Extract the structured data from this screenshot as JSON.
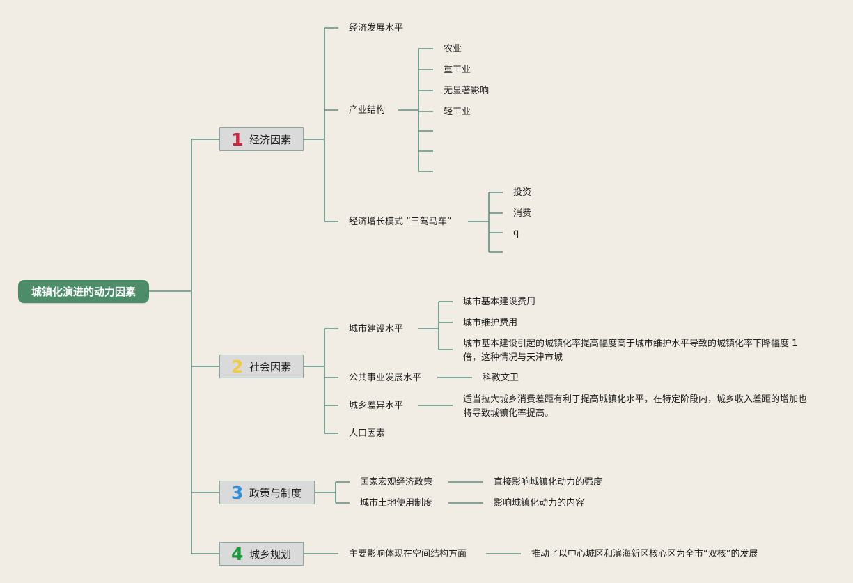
{
  "root": {
    "label": "城镇化演进的动力因素"
  },
  "branches": [
    {
      "number": "1",
      "number_color": "#d0233e",
      "label": "经济因素"
    },
    {
      "number": "2",
      "number_color": "#f2cc3f",
      "label": "社会因素"
    },
    {
      "number": "3",
      "number_color": "#2f8fd8",
      "label": "政策与制度"
    },
    {
      "number": "4",
      "number_color": "#1a9a3a",
      "label": "城乡规划"
    }
  ],
  "economic": {
    "level": "经济发展水平",
    "structure": {
      "label": "产业结构",
      "items": [
        "农业",
        "重工业",
        "无显著影响",
        "轻工业",
        "",
        "",
        ""
      ]
    },
    "growth": {
      "label": "经济增长模式 “三驾马车”",
      "items": [
        "投资",
        "消费",
        "q",
        ""
      ]
    }
  },
  "social": {
    "construction": {
      "label": "城市建设水平",
      "items": [
        "城市基本建设费用",
        "城市维护费用",
        "城市基本建设引起的城镇化率提高幅度高于城市维护水平导致的城镇化率下降幅度 1 倍，这种情况与天津市城"
      ]
    },
    "public": {
      "label": "公共事业发展水平",
      "detail": "科教文卫"
    },
    "gap": {
      "label": "城乡差异水平",
      "detail": "适当拉大城乡消费差距有利于提高城镇化水平，在特定阶段内，城乡收入差距的增加也将导致城镇化率提高。"
    },
    "population": {
      "label": "人口因素"
    }
  },
  "policy": {
    "macro": {
      "label": "国家宏观经济政策",
      "detail": "直接影响城镇化动力的强度"
    },
    "land": {
      "label": "城市土地使用制度",
      "detail": "影响城镇化动力的内容"
    }
  },
  "planning": {
    "main": {
      "label": "主要影响体现在空间结构方面",
      "detail": "推动了以中心城区和滨海新区核心区为全市“双核”的发展"
    }
  },
  "colors": {
    "line": "#5a9080",
    "root_bg": "#4c8c69",
    "background": "#f1ede4"
  }
}
